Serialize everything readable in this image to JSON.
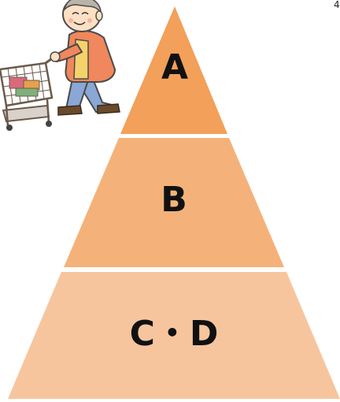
{
  "corner_mark": "4",
  "pyramid": {
    "tiers": [
      {
        "label": "A",
        "color": "#f2a05a"
      },
      {
        "label": "B",
        "color": "#f4b27a"
      },
      {
        "label": "C・D",
        "color": "#f7c59d"
      }
    ]
  },
  "illustration": {
    "icon": "elderly-man-pushing-shopping-cart-icon",
    "colors": {
      "skin": "#fde0c4",
      "hair": "#b9b3a8",
      "jacket": "#f0875d",
      "vest": "#f6d36a",
      "trousers": "#8aa7d6",
      "shoes": "#6b4a2b",
      "cart": "#6b5a4c",
      "goods": "#d96a7a"
    }
  }
}
